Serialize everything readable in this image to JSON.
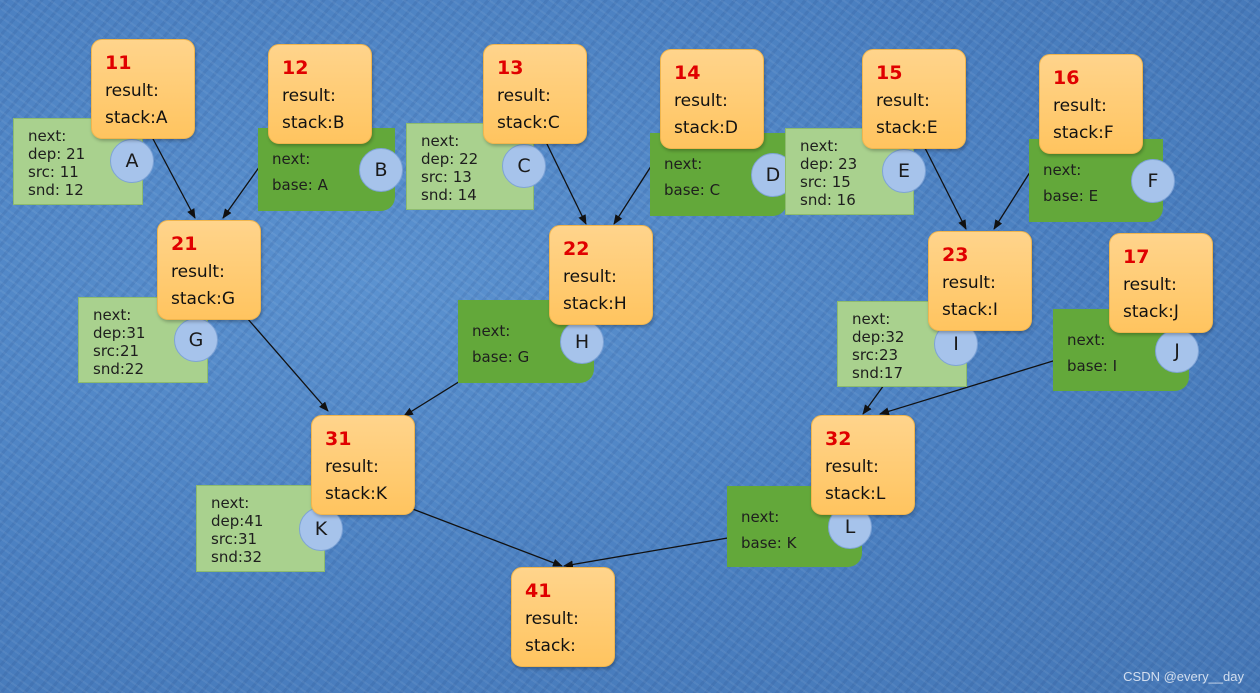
{
  "tasks": [
    {
      "id": "11",
      "result": "result:",
      "stack": "stack:A"
    },
    {
      "id": "12",
      "result": "result:",
      "stack": "stack:B"
    },
    {
      "id": "13",
      "result": "result:",
      "stack": "stack:C"
    },
    {
      "id": "14",
      "result": "result:",
      "stack": "stack:D"
    },
    {
      "id": "15",
      "result": "result:",
      "stack": "stack:E"
    },
    {
      "id": "16",
      "result": "result:",
      "stack": "stack:F"
    },
    {
      "id": "21",
      "result": "result:",
      "stack": "stack:G"
    },
    {
      "id": "22",
      "result": "result:",
      "stack": "stack:H"
    },
    {
      "id": "23",
      "result": "result:",
      "stack": "stack:I"
    },
    {
      "id": "17",
      "result": "result:",
      "stack": "stack:J"
    },
    {
      "id": "31",
      "result": "result:",
      "stack": "stack:K"
    },
    {
      "id": "32",
      "result": "result:",
      "stack": "stack:L"
    },
    {
      "id": "41",
      "result": "result:",
      "stack": "stack:"
    }
  ],
  "stacks": [
    {
      "name": "A",
      "lines": [
        "next:",
        "dep: 21",
        "src: 11",
        "snd: 12"
      ]
    },
    {
      "name": "B",
      "lines": [
        "next:",
        "base: A"
      ]
    },
    {
      "name": "C",
      "lines": [
        "next:",
        "dep: 22",
        "src: 13",
        "snd: 14"
      ]
    },
    {
      "name": "D",
      "lines": [
        "next:",
        "base: C"
      ]
    },
    {
      "name": "E",
      "lines": [
        "next:",
        "dep: 23",
        "src: 15",
        "snd: 16"
      ]
    },
    {
      "name": "F",
      "lines": [
        "next:",
        "base: E"
      ]
    },
    {
      "name": "G",
      "lines": [
        "next:",
        "dep:31",
        "src:21",
        "snd:22"
      ]
    },
    {
      "name": "H",
      "lines": [
        "next:",
        "base: G"
      ]
    },
    {
      "name": "I",
      "lines": [
        "next:",
        "dep:32",
        "src:23",
        "snd:17"
      ]
    },
    {
      "name": "J",
      "lines": [
        "next:",
        "base: I"
      ]
    },
    {
      "name": "K",
      "lines": [
        "next:",
        "dep:41",
        "src:31",
        "snd:32"
      ]
    },
    {
      "name": "L",
      "lines": [
        "next:",
        "base: K"
      ]
    }
  ],
  "edges": [
    {
      "from": "11",
      "to": "21"
    },
    {
      "from": "12",
      "to": "21"
    },
    {
      "from": "13",
      "to": "22"
    },
    {
      "from": "14",
      "to": "22"
    },
    {
      "from": "15",
      "to": "23"
    },
    {
      "from": "16",
      "to": "23"
    },
    {
      "from": "21",
      "to": "31"
    },
    {
      "from": "22",
      "to": "31"
    },
    {
      "from": "23",
      "to": "32"
    },
    {
      "from": "17",
      "to": "32"
    },
    {
      "from": "31",
      "to": "41"
    },
    {
      "from": "32",
      "to": "41"
    }
  ],
  "watermark": "CSDN @every__day"
}
